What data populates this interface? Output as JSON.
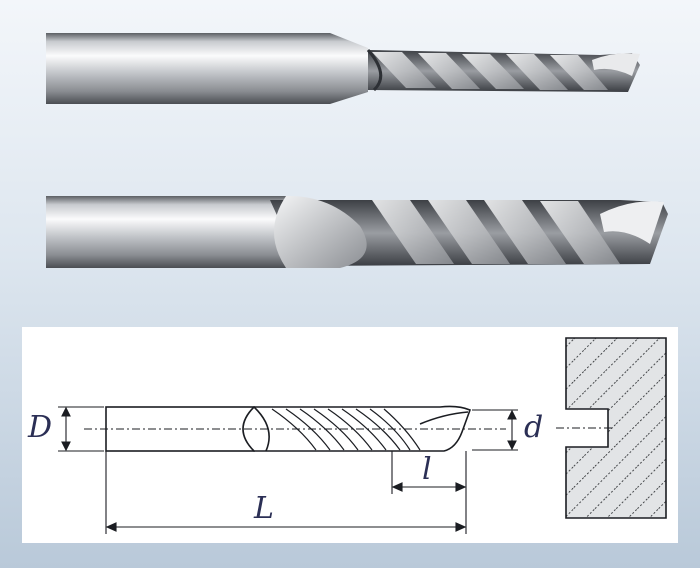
{
  "labels": {
    "shank_diameter": "D",
    "cutting_diameter": "d",
    "cutting_length": "l",
    "overall_length": "L"
  }
}
